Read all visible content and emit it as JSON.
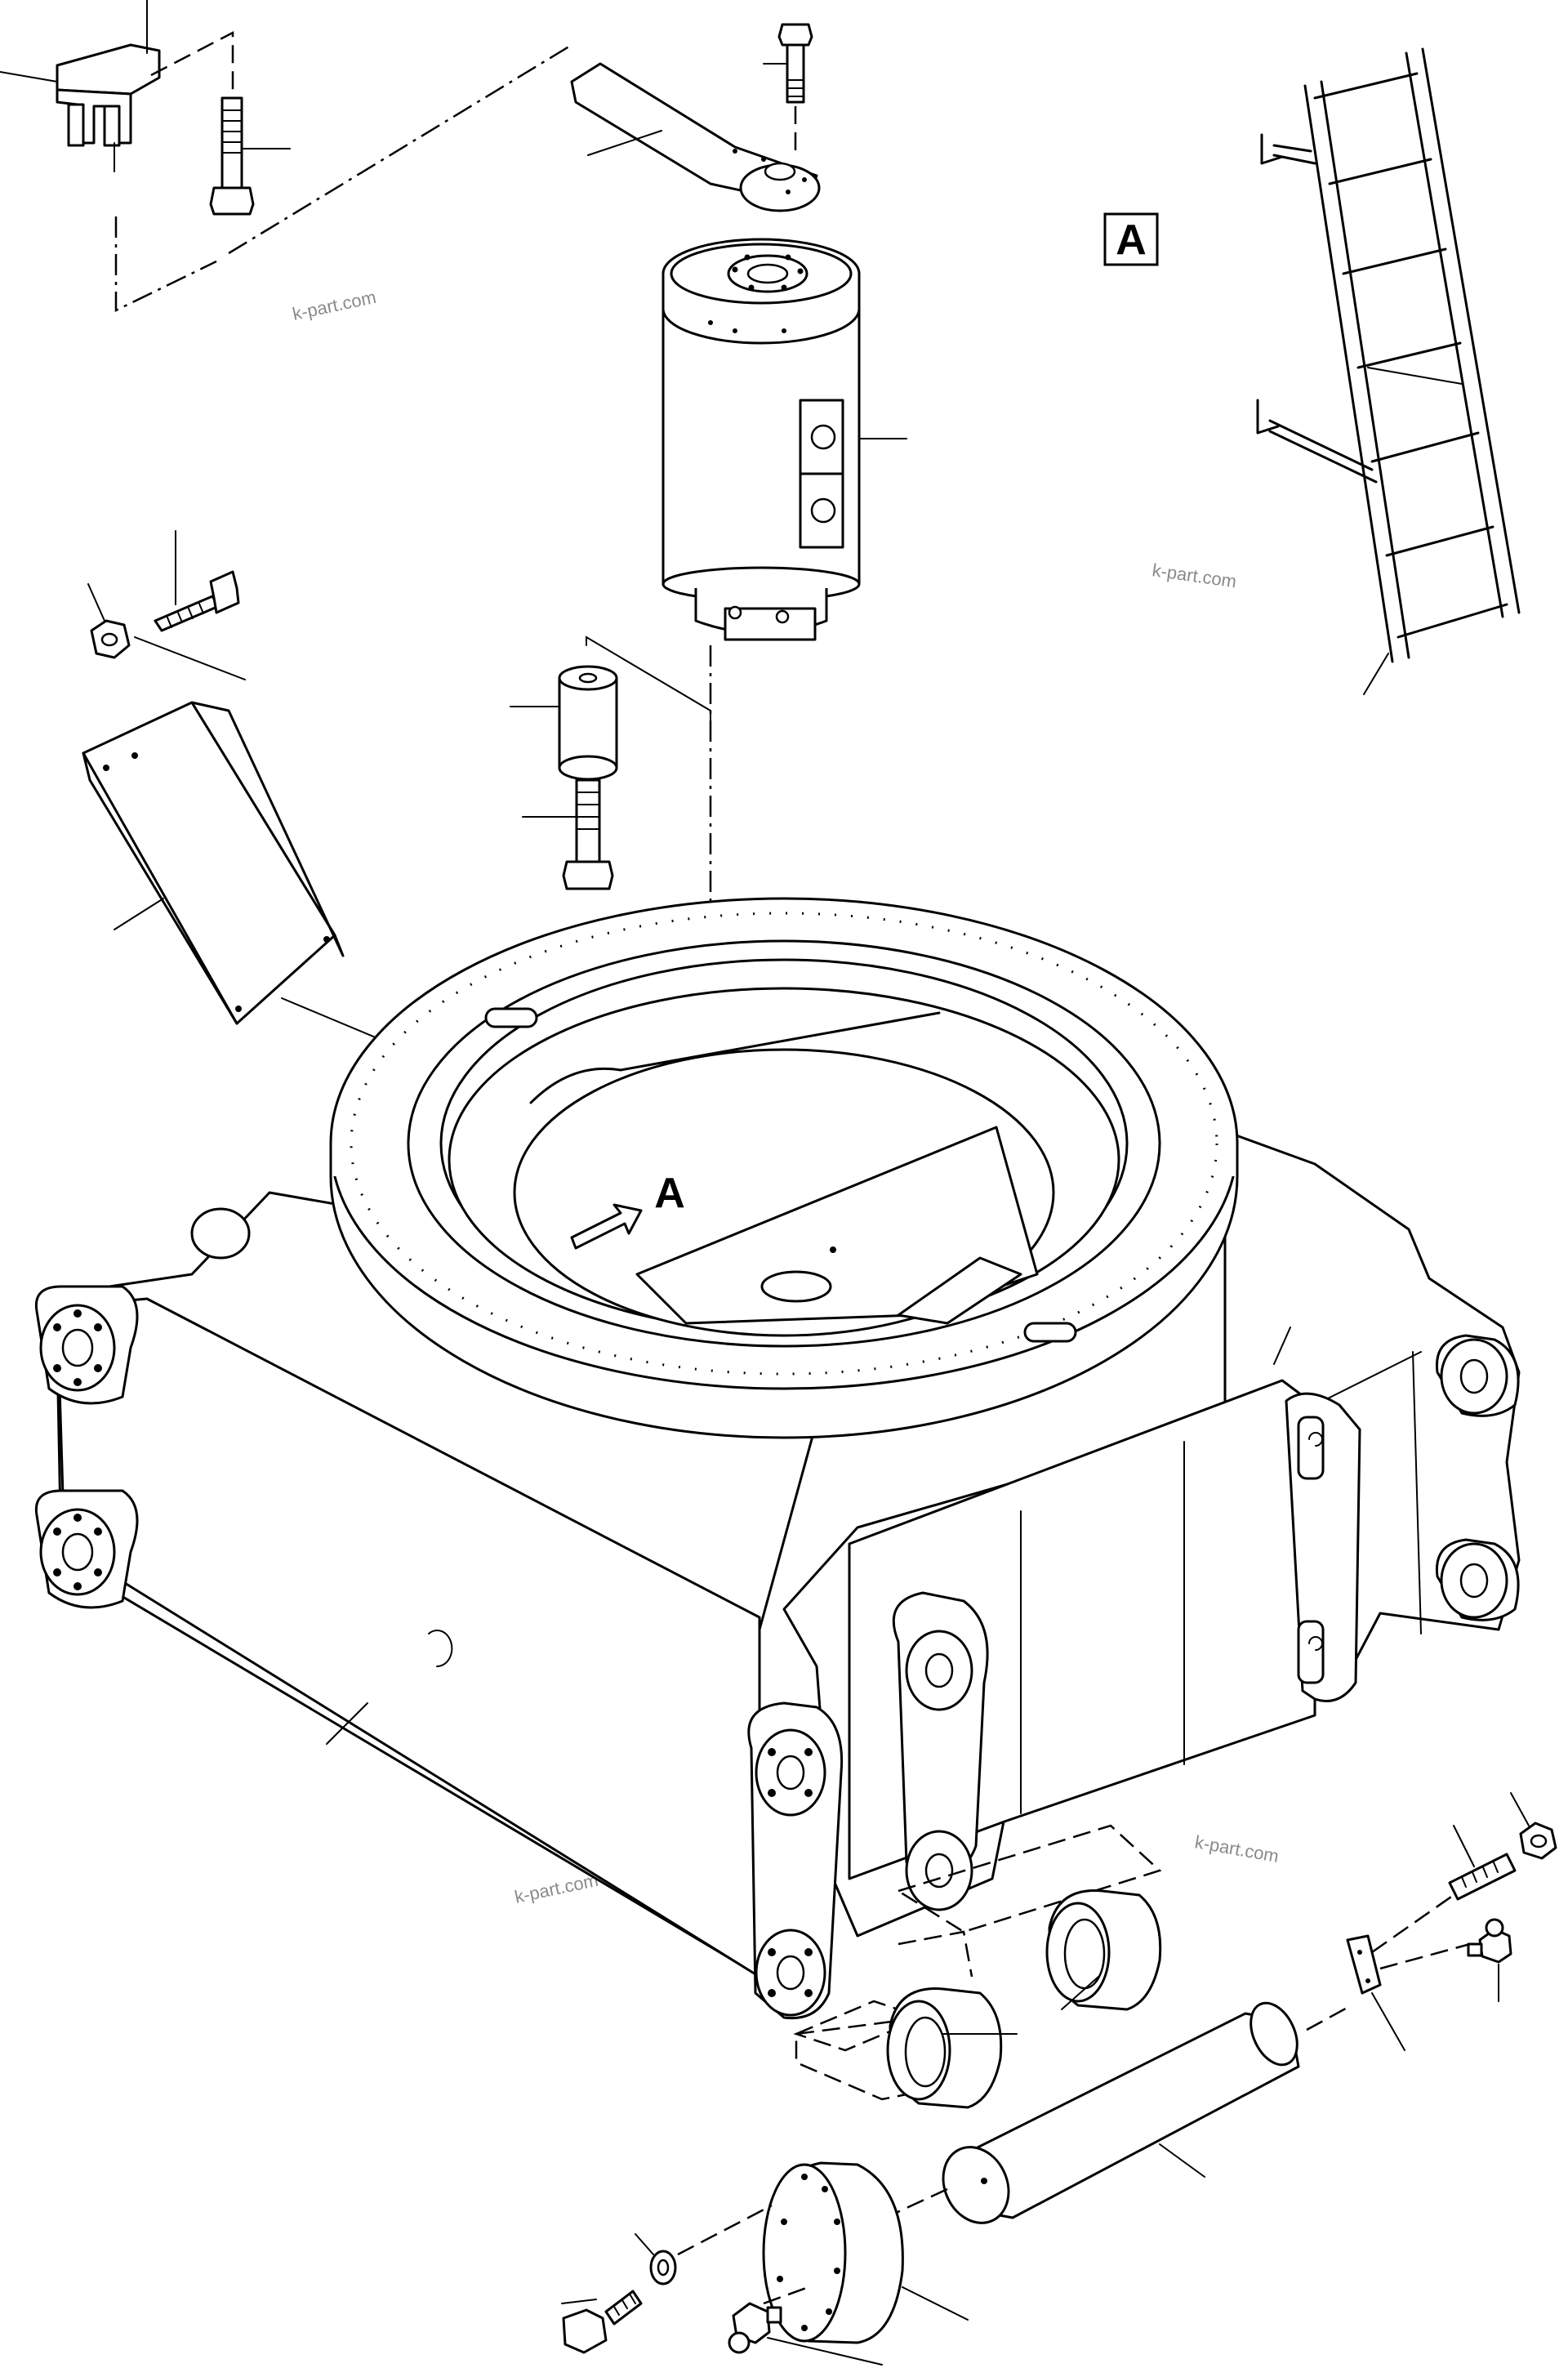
{
  "view_marker": {
    "box_label": "A",
    "arrow_label": "A"
  },
  "watermarks": [
    "k-part.com",
    "k-part.com",
    "k-part.com",
    "k-part.com"
  ]
}
